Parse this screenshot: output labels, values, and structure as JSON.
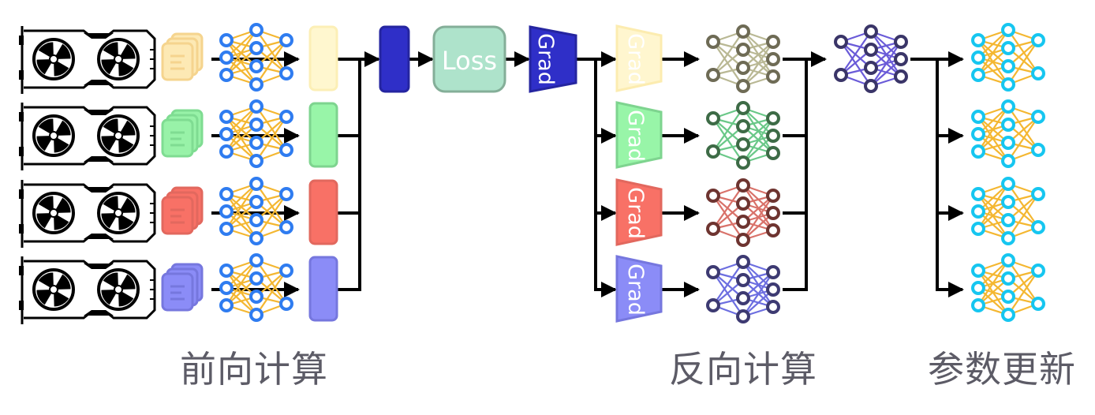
{
  "title": "Data-parallel training: forward, backward, parameter update",
  "phases": {
    "forward": "前向计算",
    "backward": "反向计算",
    "update": "参数更新"
  },
  "blocks": {
    "loss_label": "Loss",
    "grad_label": "Grad"
  },
  "workers": [
    {
      "id": "worker-1",
      "data_color": "#fde9b4",
      "data_stroke": "#f5d48e",
      "output_color": "#fff7cf",
      "output_stroke": "#fcefb6",
      "grad_color": "#fff6cf",
      "grad_stroke": "#fcecb0",
      "bw_node": "#6e6b55",
      "bw_edge": "#b9b894"
    },
    {
      "id": "worker-2",
      "data_color": "#98f2a8",
      "data_stroke": "#7fdc92",
      "output_color": "#98f5a8",
      "output_stroke": "#7ed48f",
      "grad_color": "#98f5a8",
      "grad_stroke": "#7ed48f",
      "bw_node": "#3d6b46",
      "bw_edge": "#6ac888"
    },
    {
      "id": "worker-3",
      "data_color": "#f87166",
      "data_stroke": "#e2685e",
      "output_color": "#f87166",
      "output_stroke": "#e2685e",
      "grad_color": "#f87166",
      "grad_stroke": "#e2685e",
      "bw_node": "#6e3430",
      "bw_edge": "#d9726a"
    },
    {
      "id": "worker-4",
      "data_color": "#8b8cf7",
      "data_stroke": "#7677de",
      "output_color": "#8b8cf7",
      "output_stroke": "#7677de",
      "grad_color": "#8b8cf7",
      "grad_stroke": "#7677de",
      "bw_node": "#3d3a72",
      "bw_edge": "#6c6ee0"
    }
  ],
  "colors": {
    "forward_node": "#2f7cf0",
    "network_edge": "#f4b731",
    "merged_block": "#2f2fc8",
    "merged_block_stroke": "#2525a0",
    "loss_fill": "#aee3cb",
    "loss_stroke": "#84ae98",
    "global_grad_fill": "#2f2fc8",
    "global_grad_stroke": "#2525a0",
    "aggregated_node": "#3a3568",
    "aggregated_edge": "#6a5bd8",
    "updated_node": "#16c6f0",
    "arrow": "#000000",
    "label_text": "#5c5b66"
  }
}
